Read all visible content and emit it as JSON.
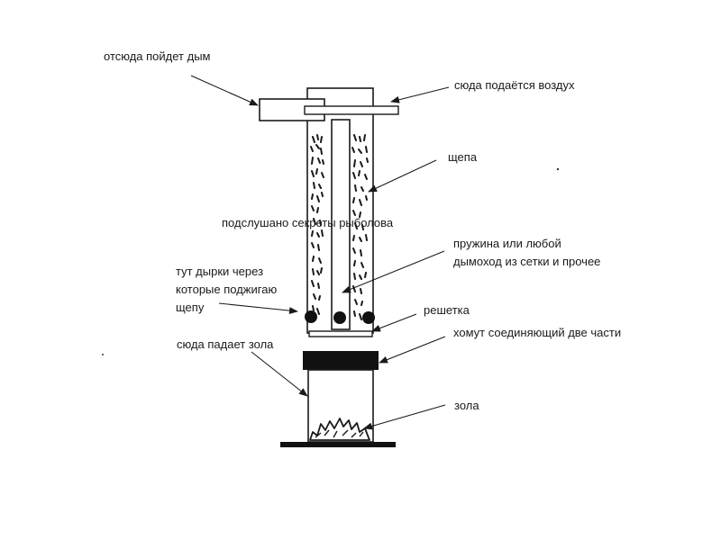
{
  "labels": {
    "smoke_out": "отсюда пойдет дым",
    "air_in": "сюда подаётся воздух",
    "chips": "щепа",
    "watermark": "подслушано секреты рыболова",
    "spring_line1": "пружина или любой",
    "spring_line2": "дымоход из сетки и прочее",
    "holes_line1": "тут дырки через",
    "holes_line2": "которые поджигаю",
    "holes_line3": "щепу",
    "grate": "решетка",
    "ash_falls": "сюда падает зола",
    "clamp": "хомут соединяющий две части",
    "ash": "зола"
  },
  "colors": {
    "stroke": "#1a1a1a",
    "fill_dark": "#111111",
    "background": "#ffffff"
  }
}
